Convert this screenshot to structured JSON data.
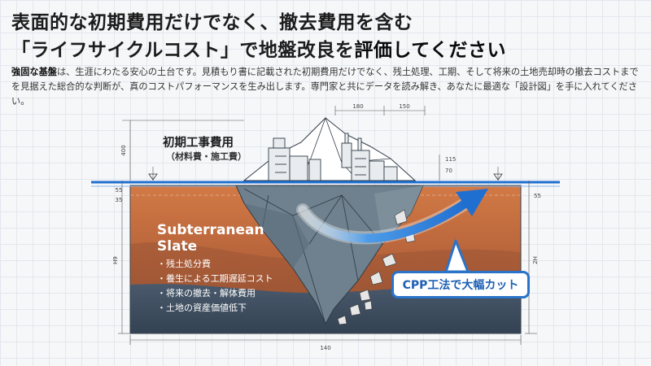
{
  "header": {
    "title_line1": "表面的な初期費用だけでなく、撤去費用を含む",
    "title_line2_main": "「ライフサイクルコスト」で地盤改良を",
    "title_line2_emph": "評価してください"
  },
  "description": {
    "lead_bold": "強固な基盤",
    "body": "は、生涯にわたる安心の土台です。見積もり書に記載された初期費用だけでなく、残土処理、工期、そして将来の土地売却時の撤去コストまでを見据えた総合的な判断が、真のコストパフォーマンスを生み出します。専門家と共にデータを読み解き、あなたに最適な「設計図」を手に入れてください。"
  },
  "diagram": {
    "initial_cost_title": "初期工事費用",
    "initial_cost_sub": "（材料費・施工費）",
    "slate_title_line1": "Subterranean",
    "slate_title_line2": "Slate",
    "hidden_costs": [
      "・残土処分費",
      "・養生による工期遅延コスト",
      "・将来の撤去・解体費用",
      "・土地の資産価値低下"
    ],
    "callout": "CPP工法で大幅カット",
    "dimensions": {
      "top_a": "180",
      "top_b": "150",
      "bottom": "140",
      "left_h": "400",
      "left_depth": "H9",
      "left_small_a": "55",
      "left_small_b": "35",
      "right_small_a": "115",
      "right_small_b": "70",
      "right_small_c": "55",
      "right_depth": "2H"
    },
    "colors": {
      "soil_top": "#c76f3f",
      "soil_mid": "#a55a36",
      "deep_layer": "#3d4d5f",
      "water_line": "#1f6fd1",
      "iceberg": "#6d7f8c",
      "callout_border": "#2a73c9"
    }
  }
}
